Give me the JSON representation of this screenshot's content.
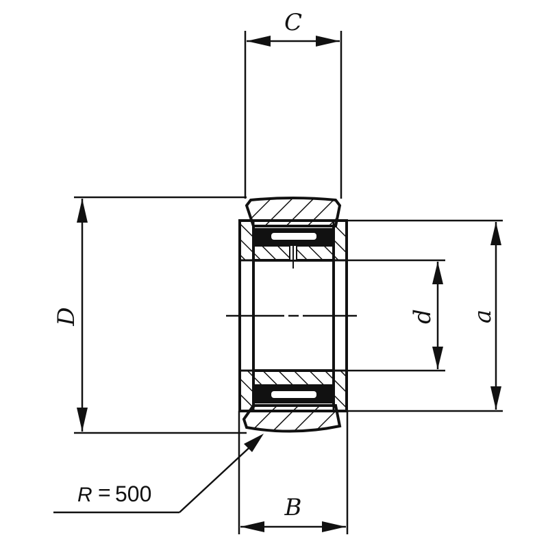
{
  "diagram": {
    "title": "",
    "subject": "needle roller bearing cross-section with dimensions",
    "colors": {
      "line": "#111111",
      "background": "#ffffff"
    },
    "dimensions": {
      "C": {
        "label": "C",
        "orientation": "horizontal",
        "position": "top"
      },
      "D": {
        "label": "D",
        "orientation": "vertical",
        "position": "left"
      },
      "d": {
        "label": "d",
        "orientation": "vertical",
        "position": "right-inner"
      },
      "a": {
        "label": "a",
        "orientation": "vertical",
        "position": "right-outer"
      },
      "B": {
        "label": "B",
        "orientation": "horizontal",
        "position": "bottom"
      }
    },
    "radius_callout": {
      "symbol": "R",
      "equals": "=",
      "value": "500"
    }
  }
}
